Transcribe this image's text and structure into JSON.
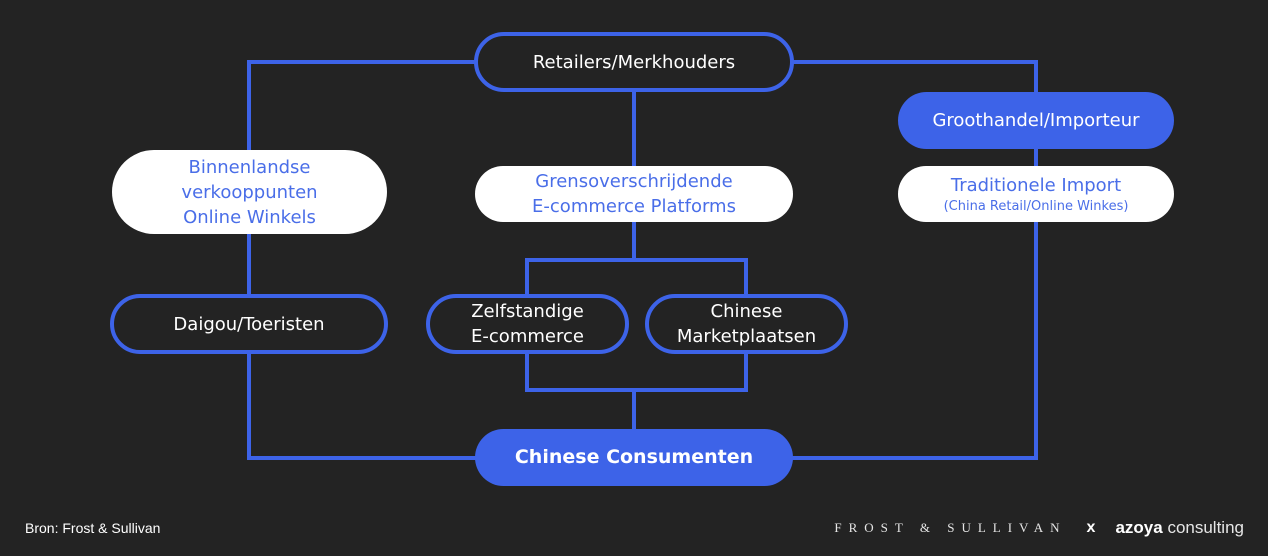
{
  "nodes": {
    "retailers": "Retailers/Merkhouders",
    "domestic": [
      "Binnenlandse",
      "verkooppunten",
      "Online Winkels"
    ],
    "cross_border": [
      "Grensoverschrijdende",
      "E-commerce Platforms"
    ],
    "wholesale": "Groothandel/Importeur",
    "traditional": "Traditionele Import",
    "traditional_sub": "(China Retail/Online Winkes)",
    "daigou": "Daigou/Toeristen",
    "independent": [
      "Zelfstandige",
      "E-commerce"
    ],
    "marketplaces": [
      "Chinese",
      "Marketplaatsen"
    ],
    "consumers": "Chinese Consumenten"
  },
  "footer": {
    "source": "Bron: Frost & Sullivan",
    "frost": "FROST & SULLIVAN",
    "x": "x",
    "azoya_bold": "azoya",
    "azoya_rest": "consulting"
  },
  "colors": {
    "background": "#232323",
    "accent": "#3d63e8",
    "white_node_text": "#4a6ee8"
  }
}
